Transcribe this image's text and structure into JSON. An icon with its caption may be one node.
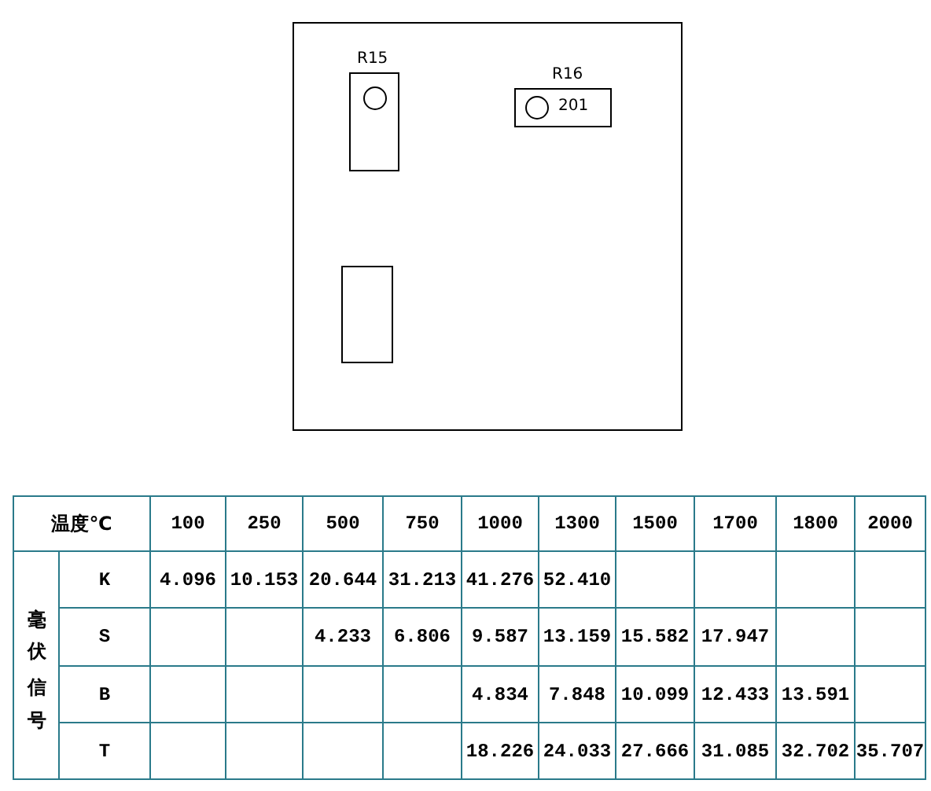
{
  "diagram": {
    "nodes": [
      {
        "text": [],
        "shape": "box"
      },
      {
        "text": [
          "R15"
        ],
        "in": 0
      },
      {
        "text": [],
        "shape": "circle",
        "in": 1
      },
      {
        "text": [
          "R16",
          "201"
        ],
        "in": 0
      },
      {
        "text": [],
        "shape": "circle",
        "in": 3
      },
      {
        "text": [],
        "shape": "box",
        "in": 0
      }
    ],
    "labels": [
      "温度℃",
      "100",
      "250",
      "500",
      "750",
      "1000",
      "1300",
      "1500",
      "1700",
      "1800",
      "2000",
      "毫伏信号",
      "K",
      "4.096",
      "10.153",
      "20.644",
      "31.213",
      "41.276",
      "52.410",
      "S",
      "4.233",
      "6.806",
      "9.587",
      "13.159",
      "15.582",
      "17.947",
      "B",
      "4.834",
      "7.848",
      "10.099",
      "12.433",
      "13.591",
      "T",
      "18.226",
      "24.033",
      "27.666",
      "31.085",
      "32.702",
      "35.707"
    ]
  }
}
